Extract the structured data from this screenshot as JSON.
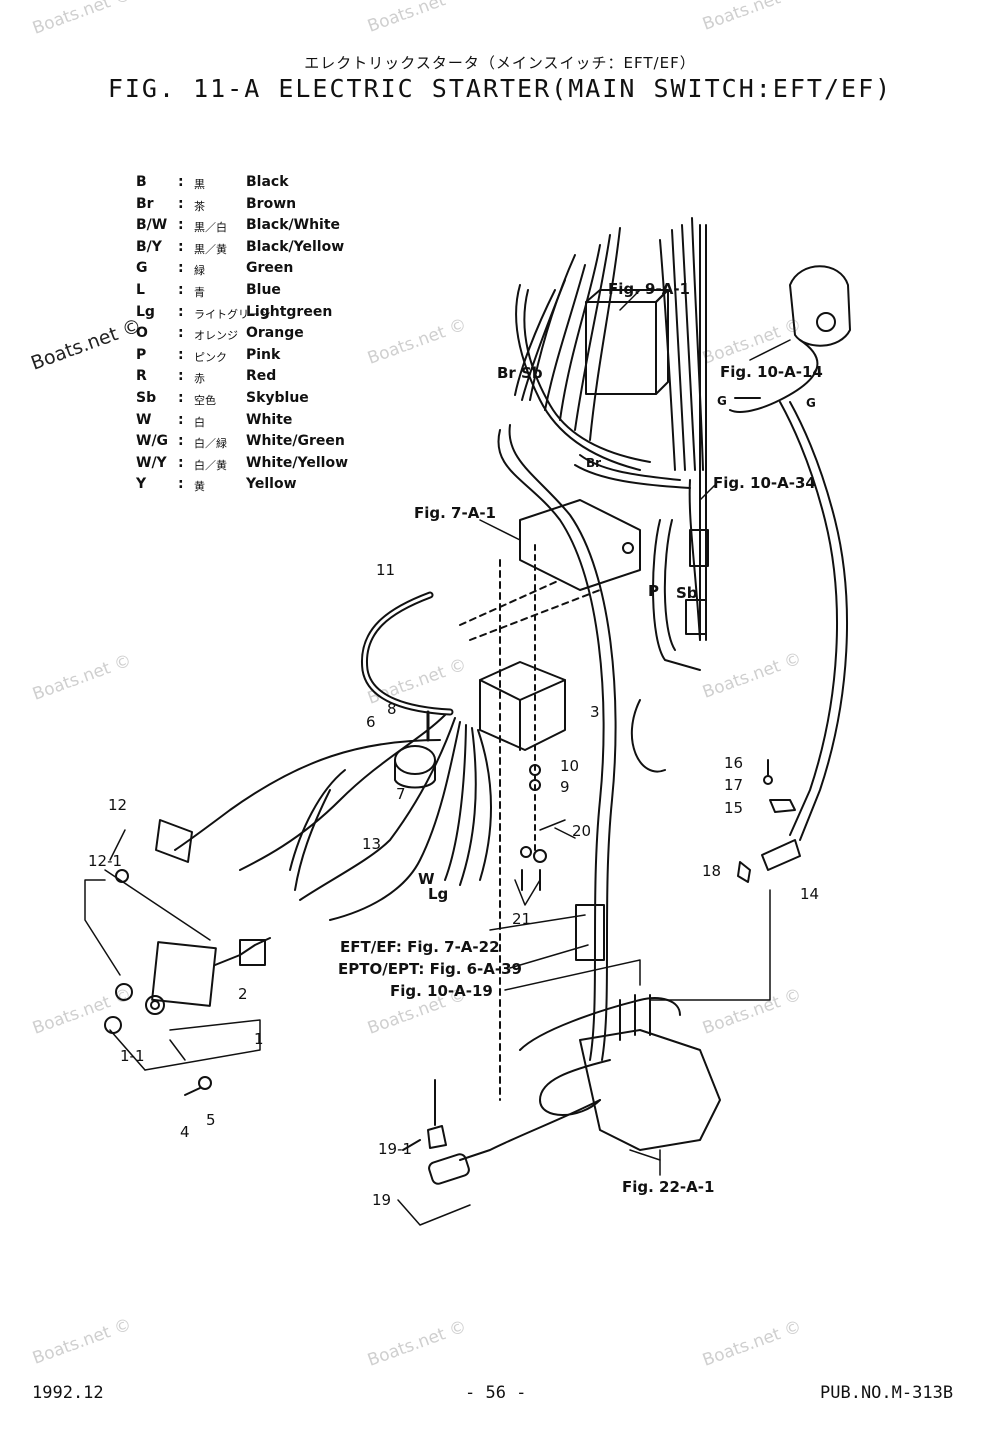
{
  "header": {
    "jp_title": "エレクトリックスタータ（メインスイッチ：EFT/EF）",
    "title": "FIG. 11-A ELECTRIC STARTER(MAIN SWITCH:EFT/EF)"
  },
  "legend": [
    {
      "code": "B",
      "jp": "黒",
      "name": "Black"
    },
    {
      "code": "Br",
      "jp": "茶",
      "name": "Brown"
    },
    {
      "code": "B/W",
      "jp": "黒／白",
      "name": "Black/White"
    },
    {
      "code": "B/Y",
      "jp": "黒／黄",
      "name": "Black/Yellow"
    },
    {
      "code": "G",
      "jp": "緑",
      "name": "Green"
    },
    {
      "code": "L",
      "jp": "青",
      "name": "Blue"
    },
    {
      "code": "Lg",
      "jp": "ライトグリーン",
      "name": "Lightgreen"
    },
    {
      "code": "O",
      "jp": "オレンジ",
      "name": "Orange"
    },
    {
      "code": "P",
      "jp": "ピンク",
      "name": "Pink"
    },
    {
      "code": "R",
      "jp": "赤",
      "name": "Red"
    },
    {
      "code": "Sb",
      "jp": "空色",
      "name": "Skyblue"
    },
    {
      "code": "W",
      "jp": "白",
      "name": "White"
    },
    {
      "code": "W/G",
      "jp": "白／緑",
      "name": "White/Green"
    },
    {
      "code": "W/Y",
      "jp": "白／黄",
      "name": "White/Yellow"
    },
    {
      "code": "Y",
      "jp": "黄",
      "name": "Yellow"
    }
  ],
  "refs": {
    "fig9a1": "Fig. 9-A-1",
    "fig10a14": "Fig. 10-A-14",
    "fig10a34": "Fig. 10-A-34",
    "fig7a1": "Fig. 7-A-1",
    "eftef": "EFT/EF:  Fig. 7-A-22",
    "eptoept": "EPTO/EPT:  Fig. 6-A-39",
    "fig10a19": "Fig. 10-A-19",
    "fig22a1": "Fig. 22-A-1"
  },
  "wire_labels": {
    "br_sb": "Br Sb",
    "g1": "G",
    "g2": "G",
    "br_mid": "Br",
    "p": "P",
    "sb": "Sb",
    "w": "W",
    "lg": "Lg"
  },
  "part_numbers": {
    "n1": "1",
    "n1_1": "1-1",
    "n2": "2",
    "n3": "3",
    "n4": "4",
    "n5": "5",
    "n6": "6",
    "n7": "7",
    "n8": "8",
    "n9": "9",
    "n10": "10",
    "n11": "11",
    "n12": "12",
    "n12_1": "12-1",
    "n13": "13",
    "n14": "14",
    "n15": "15",
    "n16": "16",
    "n17": "17",
    "n18": "18",
    "n19": "19",
    "n19_1": "19-1",
    "n20": "20",
    "n21": "21"
  },
  "watermark": "Boats.net ©",
  "footer": {
    "date": "1992.12",
    "page": "- 56 -",
    "pub": "PUB.NO.M-313B"
  }
}
